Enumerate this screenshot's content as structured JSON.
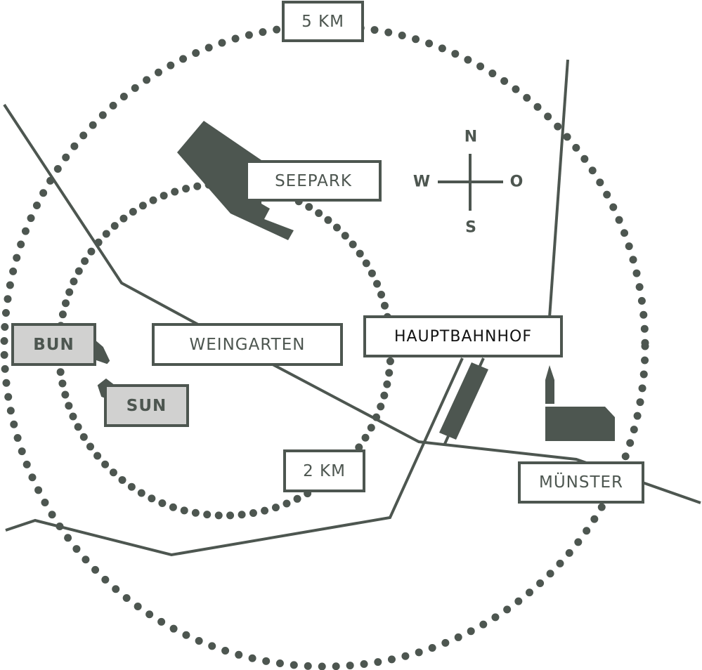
{
  "map": {
    "colors": {
      "ink": "#4d5650",
      "highlight_fill": "#d1d1d0",
      "background": "#ffffff"
    },
    "radius_labels": {
      "outer": "5 KM",
      "inner": "2 KM"
    },
    "places": {
      "seepark": "SEEPARK",
      "weingarten": "WEINGARTEN",
      "hauptbahnhof": "HAUPTBAHNHOF",
      "muenster": "MÜNSTER",
      "bun": "BUN",
      "sun": "SUN"
    },
    "compass": {
      "north": "N",
      "south": "S",
      "west": "W",
      "east": "O"
    }
  }
}
